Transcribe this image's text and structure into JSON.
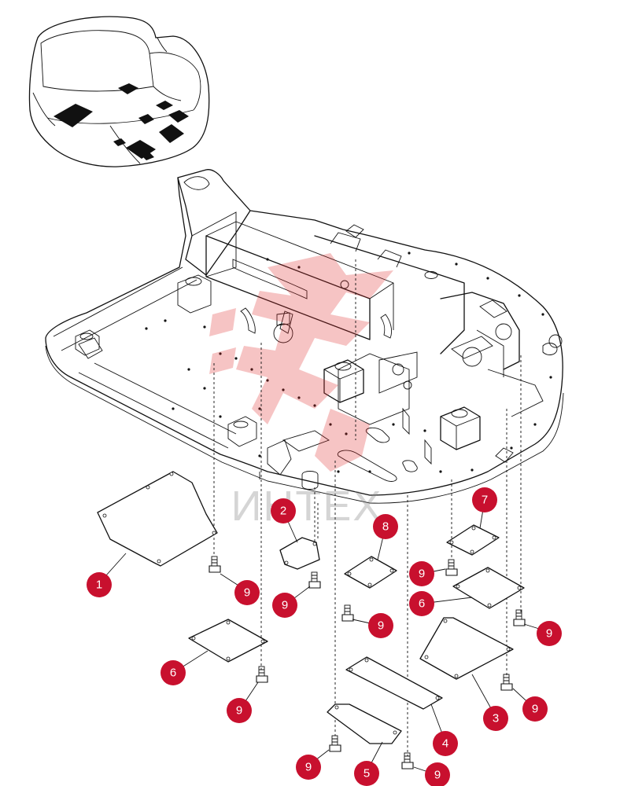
{
  "watermark": {
    "text": "ИНТЕХ",
    "color": "#e02a2a"
  },
  "callout_color": "#c8102e",
  "callouts": [
    {
      "id": "c1",
      "label": "1"
    },
    {
      "id": "c2",
      "label": "2"
    },
    {
      "id": "c3",
      "label": "3"
    },
    {
      "id": "c4",
      "label": "4"
    },
    {
      "id": "c5",
      "label": "5"
    },
    {
      "id": "c6a",
      "label": "6"
    },
    {
      "id": "c6b",
      "label": "6"
    },
    {
      "id": "c7",
      "label": "7"
    },
    {
      "id": "c8",
      "label": "8"
    },
    {
      "id": "c9a",
      "label": "9"
    },
    {
      "id": "c9b",
      "label": "9"
    },
    {
      "id": "c9c",
      "label": "9"
    },
    {
      "id": "c9d",
      "label": "9"
    },
    {
      "id": "c9e",
      "label": "9"
    },
    {
      "id": "c9f",
      "label": "9"
    },
    {
      "id": "c9g",
      "label": "9"
    },
    {
      "id": "c9h",
      "label": "9"
    },
    {
      "id": "c9i",
      "label": "9"
    }
  ]
}
